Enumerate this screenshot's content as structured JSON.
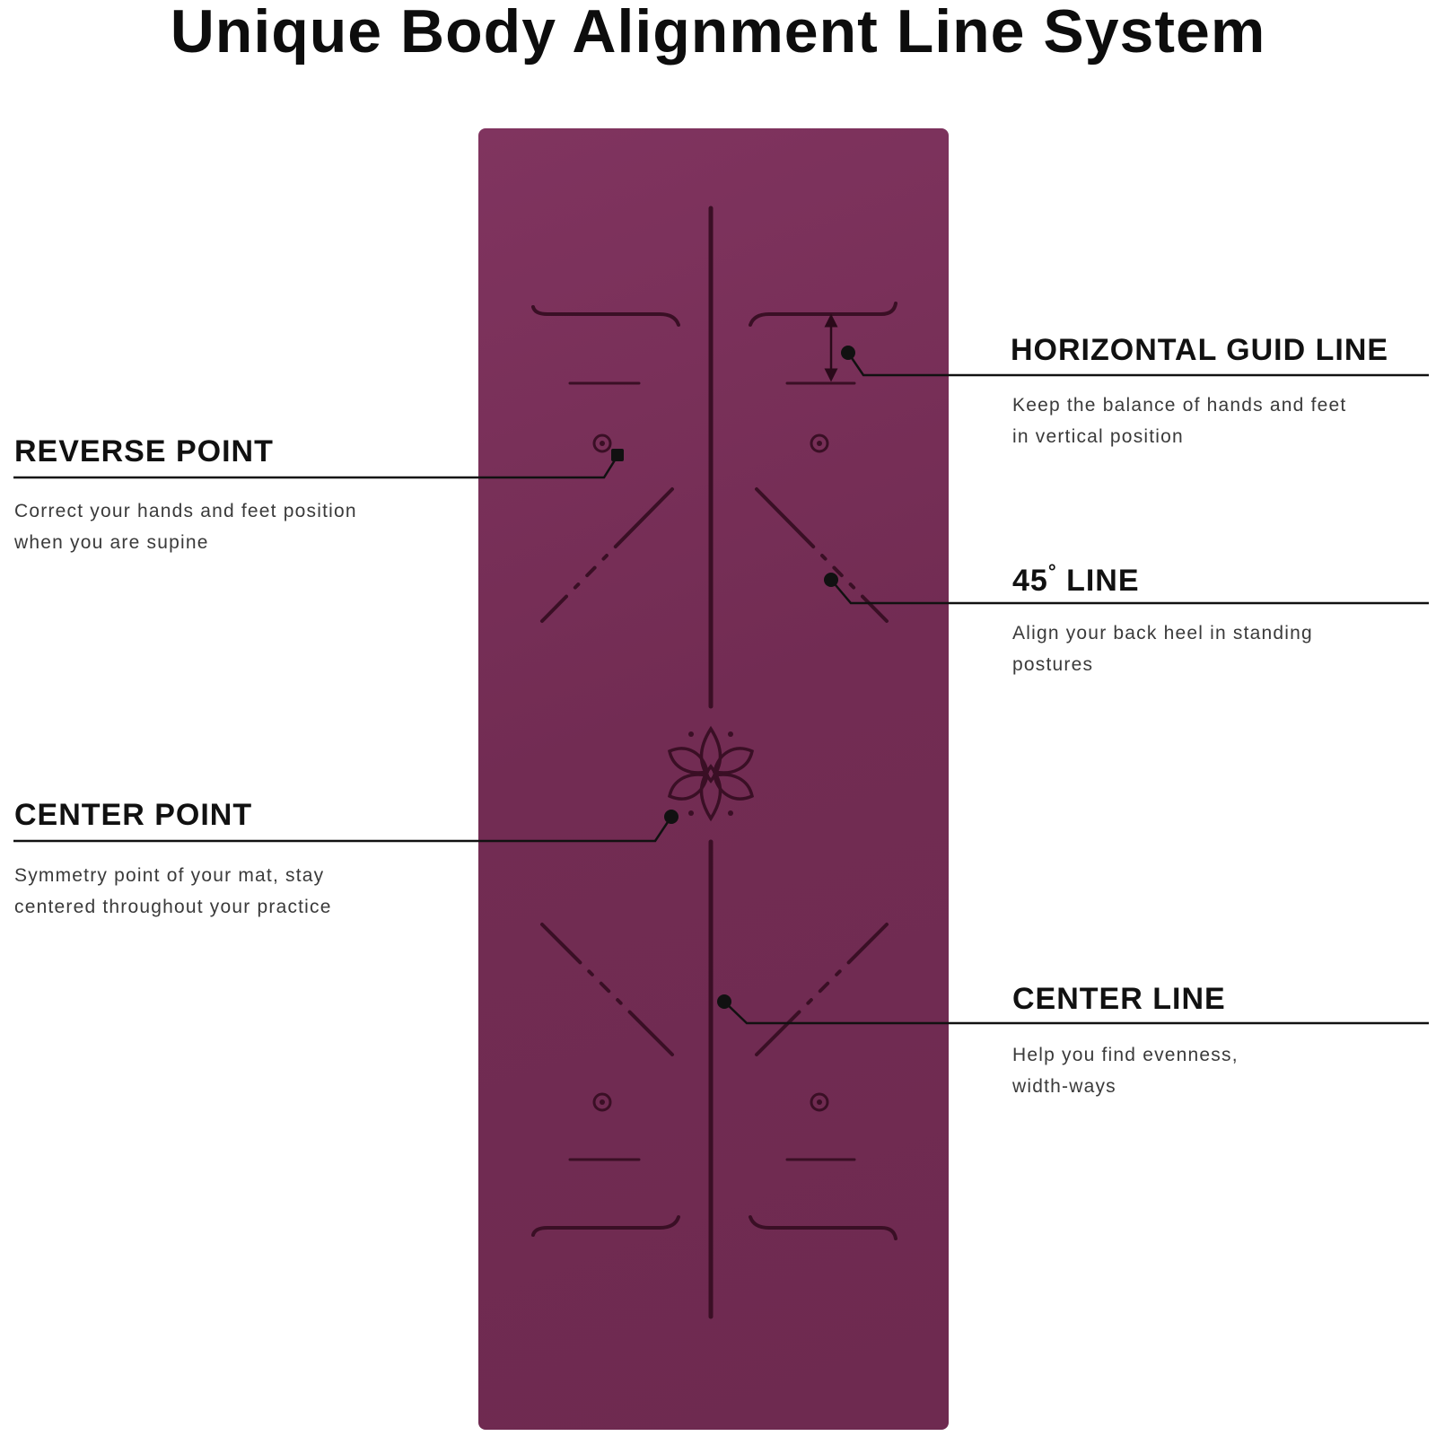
{
  "title": "Unique Body Alignment Line System",
  "colors": {
    "mat": "#722c53",
    "groove": "#3a0f25",
    "leader": "#111111"
  },
  "callouts": {
    "horizontal": {
      "title": "HORIZONTAL GUID LINE",
      "desc_line1": "Keep the balance of hands and feet",
      "desc_line2": "in vertical position"
    },
    "reverse": {
      "title": "REVERSE POINT",
      "desc_line1": "Correct your hands and feet position",
      "desc_line2": "when you are supine"
    },
    "angle": {
      "title": "45",
      "title_degree": "°",
      "title_suffix": " LINE",
      "desc_line1": "Align your back heel in standing",
      "desc_line2": "postures"
    },
    "center_point": {
      "title": "CENTER POINT",
      "desc_line1": "Symmetry point of your mat, stay",
      "desc_line2": "centered throughout your practice"
    },
    "center_line": {
      "title": "CENTER LINE",
      "desc_line1": "Help you find evenness,",
      "desc_line2": "width-ways"
    }
  }
}
